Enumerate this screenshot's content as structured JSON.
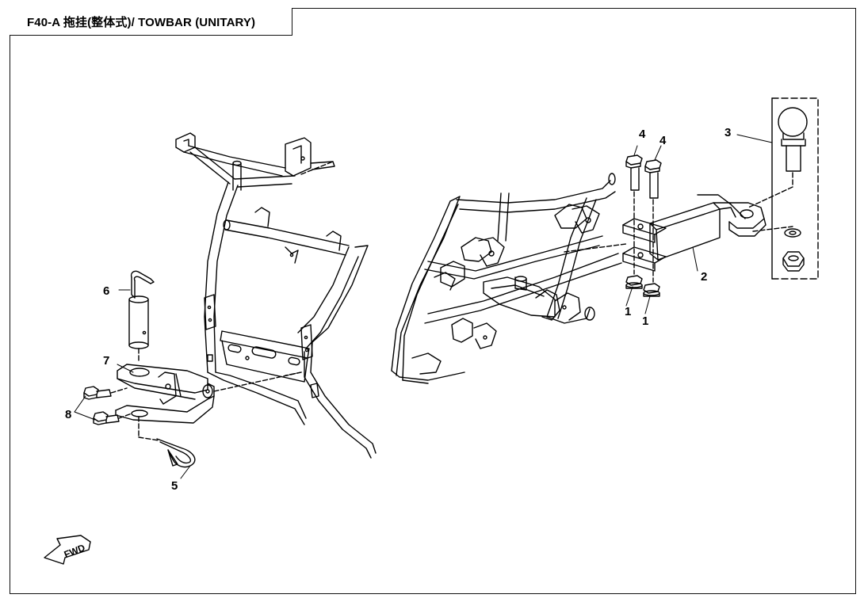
{
  "header": {
    "title": "F40-A 拖挂(整体式)/ TOWBAR (UNITARY)"
  },
  "callouts": [
    {
      "id": "1a",
      "label": "1"
    },
    {
      "id": "1b",
      "label": "1"
    },
    {
      "id": "2",
      "label": "2"
    },
    {
      "id": "3",
      "label": "3"
    },
    {
      "id": "4a",
      "label": "4"
    },
    {
      "id": "4b",
      "label": "4"
    },
    {
      "id": "5",
      "label": "5"
    },
    {
      "id": "6",
      "label": "6"
    },
    {
      "id": "7",
      "label": "7"
    },
    {
      "id": "8",
      "label": "8"
    }
  ],
  "direction_indicator": {
    "label": "FWD"
  },
  "colors": {
    "line": "#000000",
    "background": "#ffffff"
  }
}
